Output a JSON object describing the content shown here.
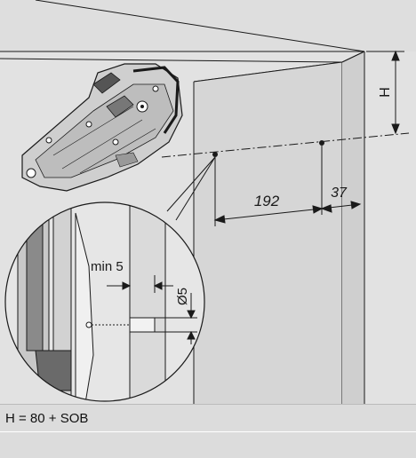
{
  "labels": {
    "height_symbol": "H",
    "dim_192": "192",
    "dim_37": "37",
    "min_5": "min 5",
    "diameter_5": "Ø5"
  },
  "caption": "H = 80 + SOB",
  "colors": {
    "panel": "#e0e0e0",
    "cabinet": "#d4d4d4",
    "line": "#1a1a1a",
    "caption_bar": "#dcdcdc"
  }
}
